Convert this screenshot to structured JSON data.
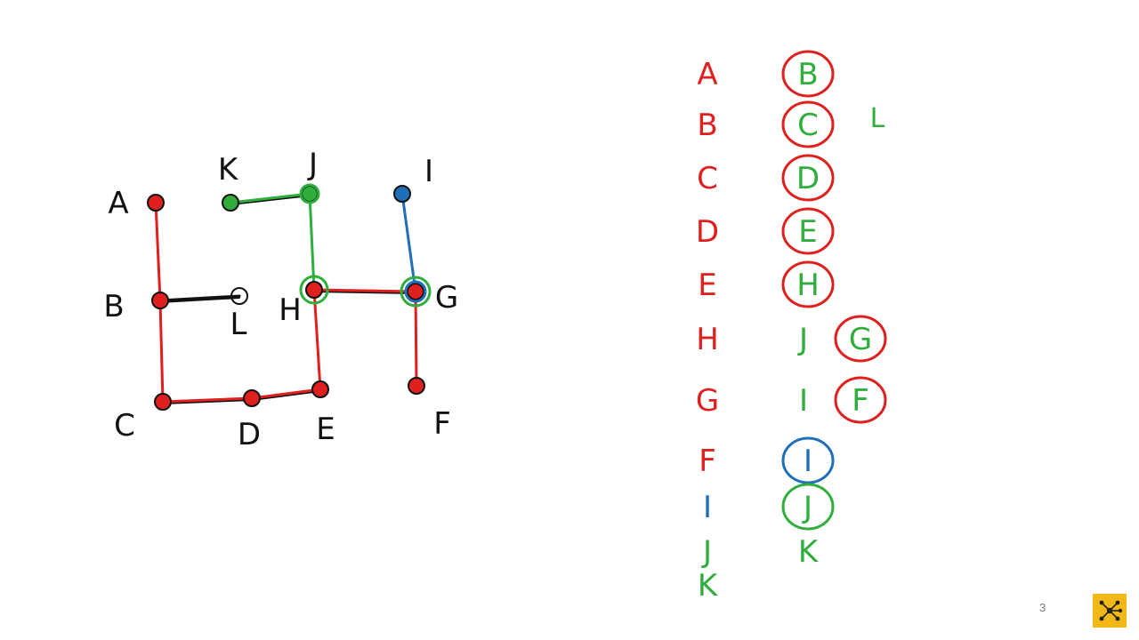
{
  "colors": {
    "red": "#e01f1f",
    "green": "#2fae3c",
    "blue": "#1f6fb8",
    "black": "#111111",
    "logo_bg": "#f2b818"
  },
  "graph": {
    "nodes": [
      {
        "id": "A",
        "label": "A",
        "color": "red"
      },
      {
        "id": "B",
        "label": "B",
        "color": "red"
      },
      {
        "id": "C",
        "label": "C",
        "color": "red"
      },
      {
        "id": "D",
        "label": "D",
        "color": "red"
      },
      {
        "id": "E",
        "label": "E",
        "color": "red"
      },
      {
        "id": "H",
        "label": "H",
        "color": "red"
      },
      {
        "id": "G",
        "label": "G",
        "color": "red"
      },
      {
        "id": "F",
        "label": "F",
        "color": "red"
      },
      {
        "id": "I",
        "label": "I",
        "color": "blue"
      },
      {
        "id": "J",
        "label": "J",
        "color": "green"
      },
      {
        "id": "K",
        "label": "K",
        "color": "green"
      },
      {
        "id": "L",
        "label": "L",
        "color": "none"
      }
    ],
    "edges": [
      {
        "from": "A",
        "to": "B",
        "color": "red"
      },
      {
        "from": "B",
        "to": "C",
        "color": "red"
      },
      {
        "from": "C",
        "to": "D",
        "color": "red"
      },
      {
        "from": "D",
        "to": "E",
        "color": "red"
      },
      {
        "from": "E",
        "to": "H",
        "color": "red"
      },
      {
        "from": "H",
        "to": "G",
        "color": "red"
      },
      {
        "from": "G",
        "to": "F",
        "color": "red"
      },
      {
        "from": "G",
        "to": "I",
        "color": "blue"
      },
      {
        "from": "H",
        "to": "J",
        "color": "green"
      },
      {
        "from": "J",
        "to": "K",
        "color": "green"
      },
      {
        "from": "B",
        "to": "L",
        "color": "black"
      }
    ]
  },
  "stack_table": {
    "rows": [
      {
        "node": "A",
        "node_color": "red",
        "neighbors": [
          {
            "label": "B",
            "color": "green",
            "circle": "red"
          }
        ],
        "extra": [
          {
            "label": "L",
            "color": "green"
          }
        ]
      },
      {
        "node": "B",
        "node_color": "red",
        "neighbors": [
          {
            "label": "C",
            "color": "green",
            "circle": "red"
          }
        ],
        "extra": []
      },
      {
        "node": "C",
        "node_color": "red",
        "neighbors": [
          {
            "label": "D",
            "color": "green",
            "circle": "red"
          }
        ],
        "extra": []
      },
      {
        "node": "D",
        "node_color": "red",
        "neighbors": [
          {
            "label": "E",
            "color": "green",
            "circle": "red"
          }
        ],
        "extra": []
      },
      {
        "node": "E",
        "node_color": "red",
        "neighbors": [
          {
            "label": "H",
            "color": "green",
            "circle": "red"
          }
        ],
        "extra": []
      },
      {
        "node": "H",
        "node_color": "red",
        "neighbors": [
          {
            "label": "J",
            "color": "green",
            "circle": "none"
          },
          {
            "label": "G",
            "color": "green",
            "circle": "red"
          }
        ],
        "extra": []
      },
      {
        "node": "G",
        "node_color": "red",
        "neighbors": [
          {
            "label": "I",
            "color": "green",
            "circle": "none"
          },
          {
            "label": "F",
            "color": "green",
            "circle": "red"
          }
        ],
        "extra": []
      },
      {
        "node": "F",
        "node_color": "red",
        "neighbors": [
          {
            "label": "I",
            "color": "blue",
            "circle": "blue"
          }
        ],
        "extra": []
      },
      {
        "node": "I",
        "node_color": "blue",
        "neighbors": [
          {
            "label": "J",
            "color": "green",
            "circle": "green"
          }
        ],
        "extra": []
      },
      {
        "node": "J",
        "node_color": "green",
        "neighbors": [
          {
            "label": "K",
            "color": "green",
            "circle": "none"
          }
        ],
        "extra": []
      },
      {
        "node": "K",
        "node_color": "green",
        "neighbors": [],
        "extra": []
      }
    ]
  },
  "footer": {
    "page_number": "3",
    "logo_icon": "network-graph-icon"
  }
}
